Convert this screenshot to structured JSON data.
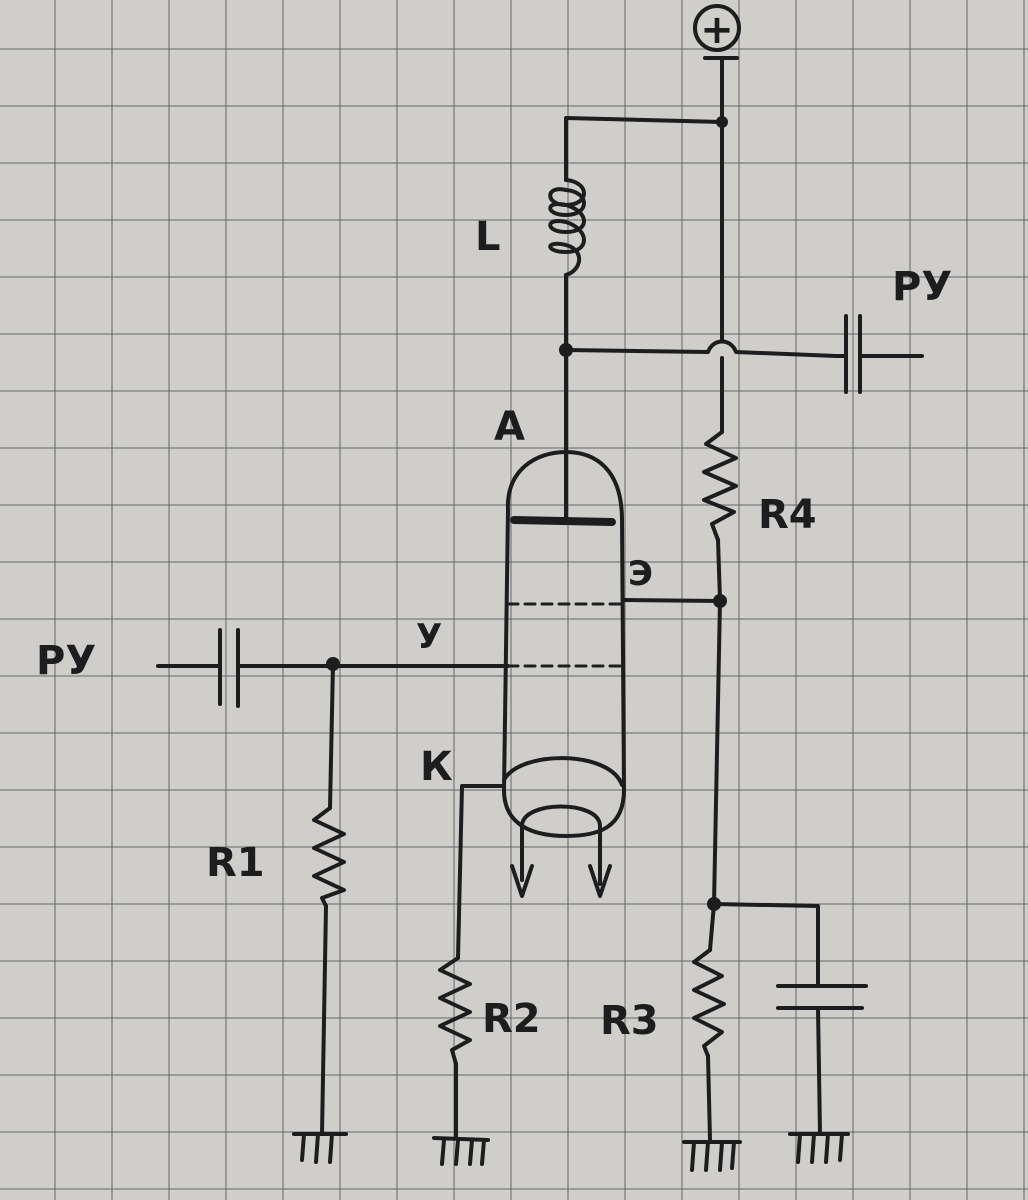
{
  "labels": {
    "supply": "+",
    "inductor": "L",
    "anode": "A",
    "screen": "Э",
    "grid": "У",
    "cathode": "К",
    "r1": "R1",
    "r2": "R2",
    "r3": "R3",
    "r4": "R4",
    "input": "РУ",
    "output": "РУ"
  },
  "colors": {
    "ink": "#1d1d1f",
    "paper": "#cfcecb",
    "grid": "#5a5a5f"
  }
}
